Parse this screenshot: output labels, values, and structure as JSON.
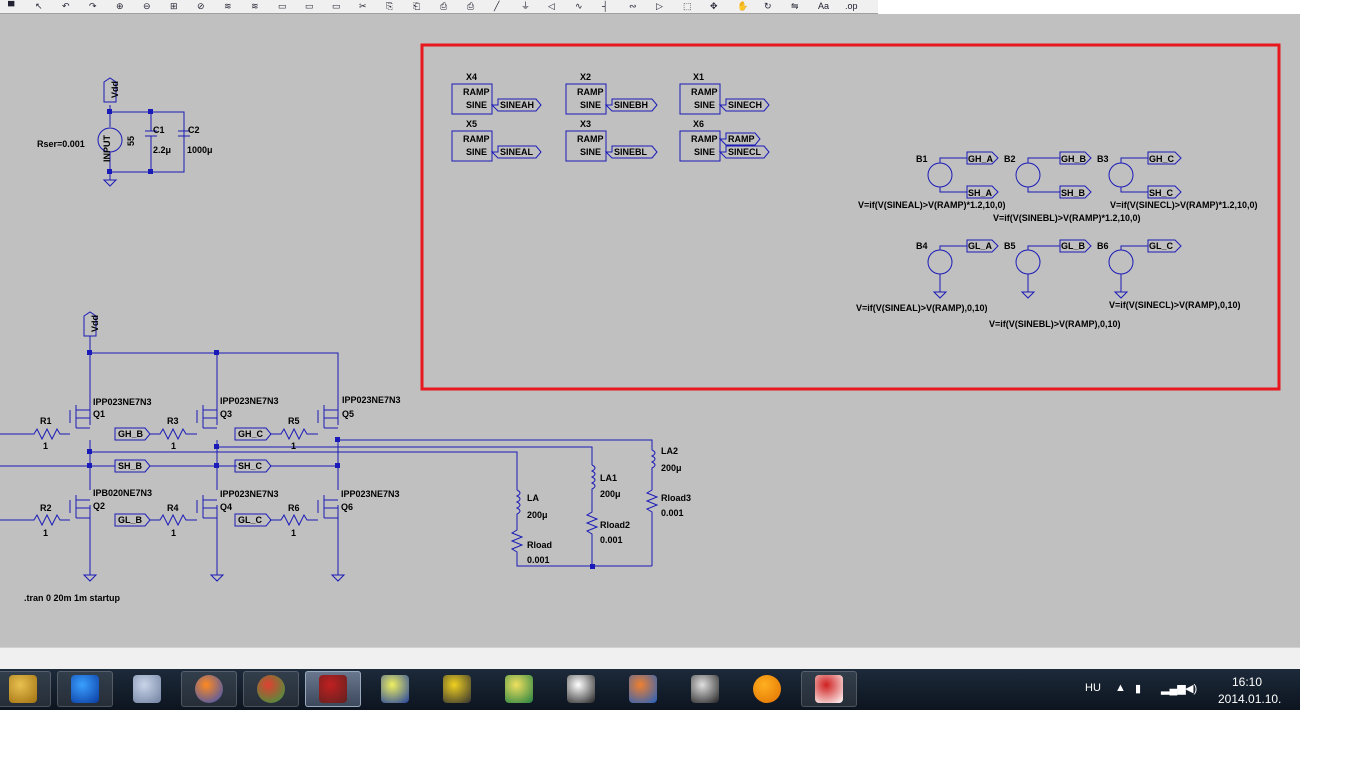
{
  "toolbar": {
    "icons": [
      "save-icon",
      "cursor-icon",
      "undo-icon",
      "redo-icon",
      "zoom-in-icon",
      "zoom-out-icon",
      "zoom-fit-icon",
      "zoom-cancel-icon",
      "waveform-icon",
      "waveform-delete-icon",
      "tile-icon",
      "cascade-icon",
      "window-icon",
      "cut-icon",
      "copy-icon",
      "paste-icon",
      "print-icon",
      "print-setup-icon",
      "wire-icon",
      "ground-icon",
      "label-icon",
      "resistor-icon",
      "capacitor-icon",
      "inductor-icon",
      "diode-icon",
      "component-icon",
      "move-icon",
      "drag-icon",
      "rotate-icon",
      "mirror-icon",
      "text-icon",
      "spice-directive-icon"
    ]
  },
  "schematic": {
    "power": {
      "vdd": "Vdd",
      "input": "INPUT",
      "rser": "Rser=0.001",
      "vsource_value": "55"
    },
    "capacitors": [
      {
        "ref": "C1",
        "value": "2.2μ"
      },
      {
        "ref": "C2",
        "value": "1000μ"
      }
    ],
    "subcircuits": [
      {
        "ref": "X4",
        "in": "RAMP",
        "pin": "SINE",
        "net": "SINEAH"
      },
      {
        "ref": "X2",
        "in": "RAMP",
        "pin": "SINE",
        "net": "SINEBH"
      },
      {
        "ref": "X1",
        "in": "RAMP",
        "pin": "SINE",
        "net": "SINECH"
      },
      {
        "ref": "X5",
        "in": "RAMP",
        "pin": "SINE",
        "net": "SINEAL"
      },
      {
        "ref": "X3",
        "in": "RAMP",
        "pin": "SINE",
        "net": "SINEBL"
      },
      {
        "ref": "X6",
        "in": "RAMP",
        "pin": "SINE",
        "net": "SINECL",
        "out": "RAMP"
      }
    ],
    "bsources": [
      {
        "ref": "B1",
        "label": "GH_A",
        "label2": "SH_A",
        "expr": "V=if(V(SINEAL)>V(RAMP)*1.2,10,0)"
      },
      {
        "ref": "B2",
        "label": "GH_B",
        "label2": "SH_B",
        "expr": "V=if(V(SINEBL)>V(RAMP)*1.2,10,0)"
      },
      {
        "ref": "B3",
        "label": "GH_C",
        "label2": "SH_C",
        "expr": "V=if(V(SINECL)>V(RAMP)*1.2,10,0)"
      },
      {
        "ref": "B4",
        "label": "GL_A",
        "expr": "V=if(V(SINEAL)>V(RAMP),0,10)"
      },
      {
        "ref": "B5",
        "label": "GL_B",
        "expr": "V=if(V(SINEBL)>V(RAMP),0,10)"
      },
      {
        "ref": "B6",
        "label": "GL_C",
        "expr": "V=if(V(SINECL)>V(RAMP),0,10)"
      }
    ],
    "mosfets": [
      {
        "ref": "Q1",
        "part": "IPP023NE7N3"
      },
      {
        "ref": "Q3",
        "part": "IPP023NE7N3"
      },
      {
        "ref": "Q5",
        "part": "IPP023NE7N3"
      },
      {
        "ref": "Q2",
        "part": "IPB020NE7N3"
      },
      {
        "ref": "Q4",
        "part": "IPP023NE7N3"
      },
      {
        "ref": "Q6",
        "part": "IPP023NE7N3"
      }
    ],
    "resistors": [
      {
        "ref": "R1",
        "value": "1"
      },
      {
        "ref": "R3",
        "value": "1"
      },
      {
        "ref": "R5",
        "value": "1"
      },
      {
        "ref": "R2",
        "value": "1"
      },
      {
        "ref": "R4",
        "value": "1"
      },
      {
        "ref": "R6",
        "value": "1"
      }
    ],
    "gate_labels": {
      "gh_b": "GH_B",
      "gh_c": "GH_C",
      "sh_b": "SH_B",
      "sh_c": "SH_C",
      "gl_b": "GL_B",
      "gl_c": "GL_C"
    },
    "loads": [
      {
        "ind": "LA",
        "ind_val": "200μ",
        "res": "Rload",
        "res_val": "0.001"
      },
      {
        "ind": "LA1",
        "ind_val": "200μ",
        "res": "Rload2",
        "res_val": "0.001"
      },
      {
        "ind": "LA2",
        "ind_val": "200μ",
        "res": "Rload3",
        "res_val": "0.001"
      }
    ],
    "directive": ".tran 0 20m 1m startup",
    "highlight_color": "#e8191e",
    "wire_color": "#1a1ab8"
  },
  "taskbar": {
    "apps": [
      {
        "icon": "file-explorer-icon",
        "state": "open"
      },
      {
        "icon": "media-player-icon",
        "state": "open"
      },
      {
        "icon": "calculator-icon",
        "state": "none"
      },
      {
        "icon": "firefox-icon",
        "state": "open"
      },
      {
        "icon": "chrome-icon",
        "state": "open"
      },
      {
        "icon": "ltspice-icon",
        "state": "active"
      },
      {
        "icon": "kicad-icon",
        "state": "none"
      },
      {
        "icon": "labview-icon",
        "state": "none"
      },
      {
        "icon": "circuit-app-icon",
        "state": "none"
      },
      {
        "icon": "delta-icon",
        "state": "none"
      },
      {
        "icon": "matlab-icon",
        "state": "none"
      },
      {
        "icon": "full-tilt-poker-icon",
        "state": "none"
      },
      {
        "icon": "orange-ball-icon",
        "state": "none"
      },
      {
        "icon": "acrobat-icon",
        "state": "open"
      }
    ],
    "tray": {
      "language": "HU",
      "time": "16:10",
      "date": "2014.01.10."
    }
  }
}
